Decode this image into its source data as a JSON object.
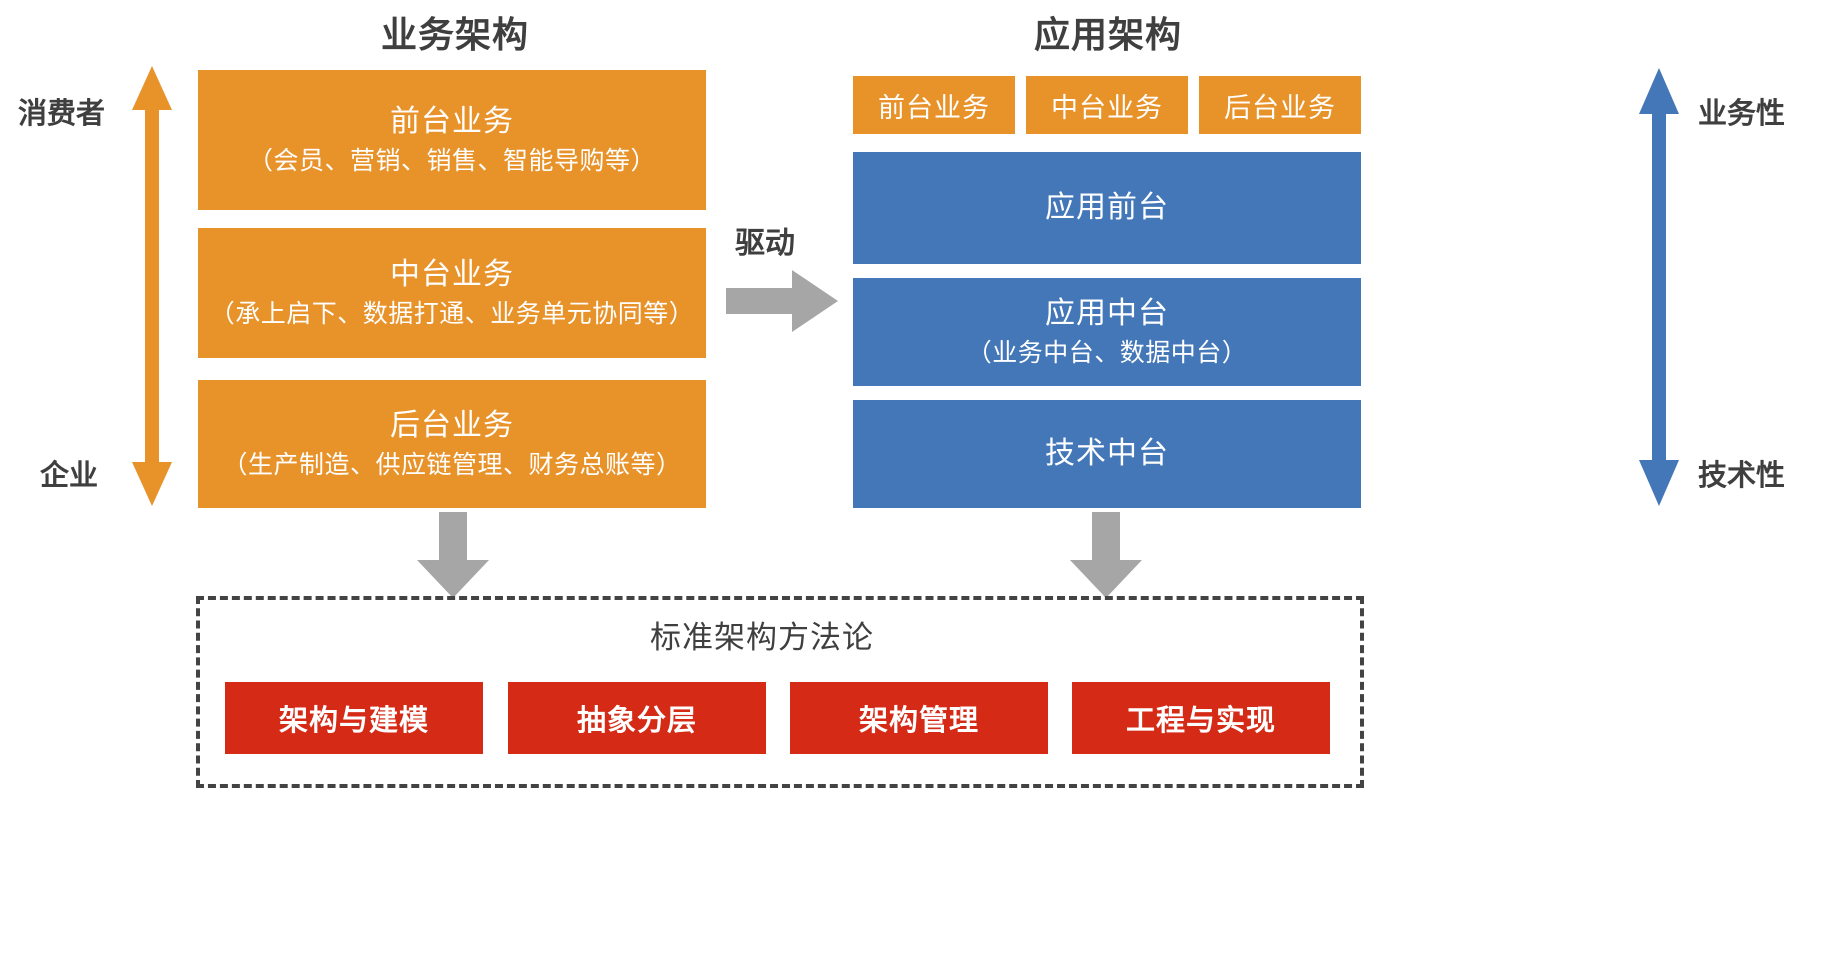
{
  "diagram": {
    "business_column": {
      "title": "业务架构",
      "axis_top_label": "消费者",
      "axis_bottom_label": "企业",
      "axis_arrow_color": "#e8922a",
      "blocks": [
        {
          "title": "前台业务",
          "subtitle": "（会员、营销、销售、智能导购等）",
          "color": "#e8922a"
        },
        {
          "title": "中台业务",
          "subtitle": "（承上启下、数据打通、业务单元协同等）",
          "color": "#e8922a"
        },
        {
          "title": "后台业务",
          "subtitle": "（生产制造、供应链管理、财务总账等）",
          "color": "#e8922a"
        }
      ]
    },
    "connector": {
      "label": "驱动",
      "arrow_color": "#a6a6a6"
    },
    "application_column": {
      "title": "应用架构",
      "axis_top_label": "业务性",
      "axis_bottom_label": "技术性",
      "axis_arrow_color": "#4377b8",
      "chips": [
        {
          "label": "前台业务",
          "color": "#e8922a"
        },
        {
          "label": "中台业务",
          "color": "#e8922a"
        },
        {
          "label": "后台业务",
          "color": "#e8922a"
        }
      ],
      "blocks": [
        {
          "title": "应用前台",
          "subtitle": "",
          "color": "#4377b8"
        },
        {
          "title": "应用中台",
          "subtitle": "（业务中台、数据中台）",
          "color": "#4377b8"
        },
        {
          "title": "技术中台",
          "subtitle": "",
          "color": "#4377b8"
        }
      ]
    },
    "methodology": {
      "title": "标准架构方法论",
      "border_color": "#434343",
      "items": [
        {
          "label": "架构与建模",
          "color": "#d42a16"
        },
        {
          "label": "抽象分层",
          "color": "#d42a16"
        },
        {
          "label": "架构管理",
          "color": "#d42a16"
        },
        {
          "label": "工程与实现",
          "color": "#d42a16"
        }
      ]
    }
  }
}
